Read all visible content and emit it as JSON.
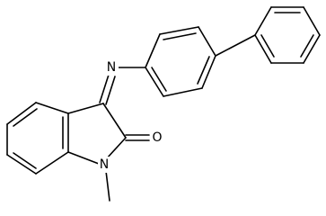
{
  "atoms": {
    "imine_n": "N",
    "carbonyl_o": "O",
    "ring_n": "N"
  },
  "colors": {
    "bond": "#000000",
    "background": "#ffffff"
  }
}
